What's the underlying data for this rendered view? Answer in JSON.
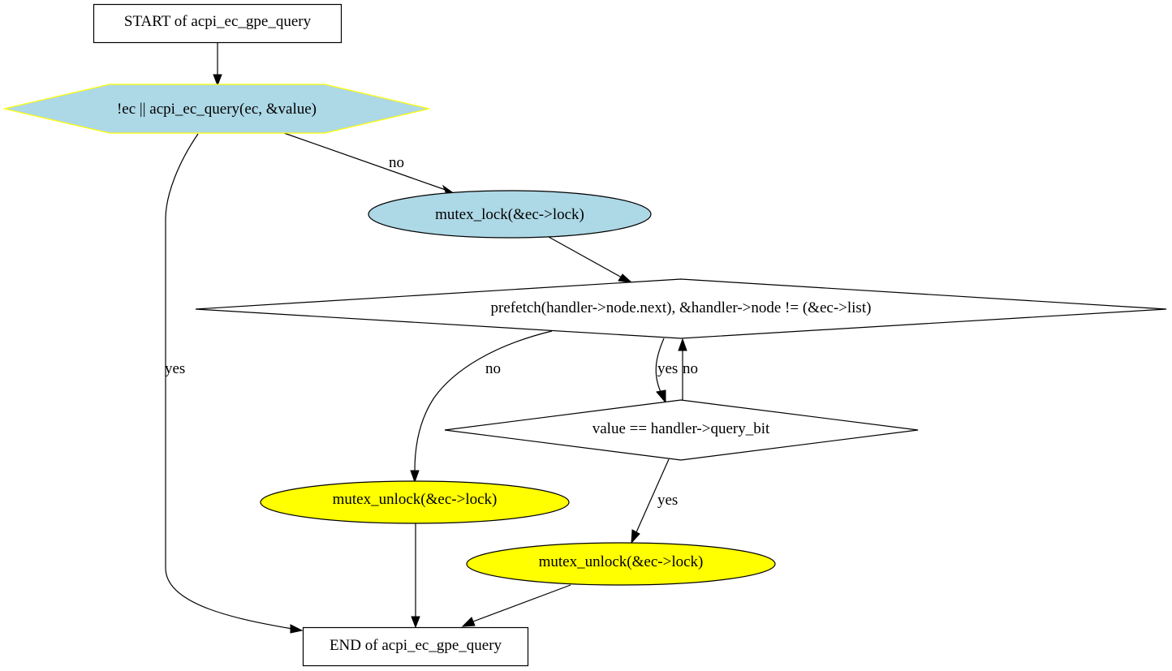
{
  "nodes": {
    "start": {
      "label": "START of acpi_ec_gpe_query",
      "shape": "box",
      "fill": "#ffffff",
      "stroke": "#000000"
    },
    "cond_query": {
      "label": "!ec || acpi_ec_query(ec, &value)",
      "shape": "hexagon",
      "fill": "#add8e6",
      "stroke": "#ffff00"
    },
    "mutex_lock": {
      "label": "mutex_lock(&ec->lock)",
      "shape": "ellipse",
      "fill": "#add8e6",
      "stroke": "#000000"
    },
    "loop_cond": {
      "label": "prefetch(handler->node.next), &handler->node != (&ec->list)",
      "shape": "diamond",
      "fill": "#ffffff",
      "stroke": "#000000"
    },
    "value_check": {
      "label": "value == handler->query_bit",
      "shape": "diamond",
      "fill": "#ffffff",
      "stroke": "#000000"
    },
    "unlock_left": {
      "label": "mutex_unlock(&ec->lock)",
      "shape": "ellipse",
      "fill": "#ffff00",
      "stroke": "#000000"
    },
    "unlock_right": {
      "label": "mutex_unlock(&ec->lock)",
      "shape": "ellipse",
      "fill": "#ffff00",
      "stroke": "#000000"
    },
    "end": {
      "label": "END of acpi_ec_gpe_query",
      "shape": "box",
      "fill": "#ffffff",
      "stroke": "#000000"
    }
  },
  "edges": {
    "start_to_cond": {
      "label": ""
    },
    "cond_no": {
      "label": "no"
    },
    "cond_yes": {
      "label": "yes"
    },
    "lock_to_loop": {
      "label": ""
    },
    "loop_yes": {
      "label": "yes"
    },
    "loop_no": {
      "label": "no"
    },
    "value_no": {
      "label": "no"
    },
    "value_yes": {
      "label": "yes"
    },
    "unlock_left_to_end": {
      "label": ""
    },
    "unlock_right_to_end": {
      "label": ""
    }
  }
}
